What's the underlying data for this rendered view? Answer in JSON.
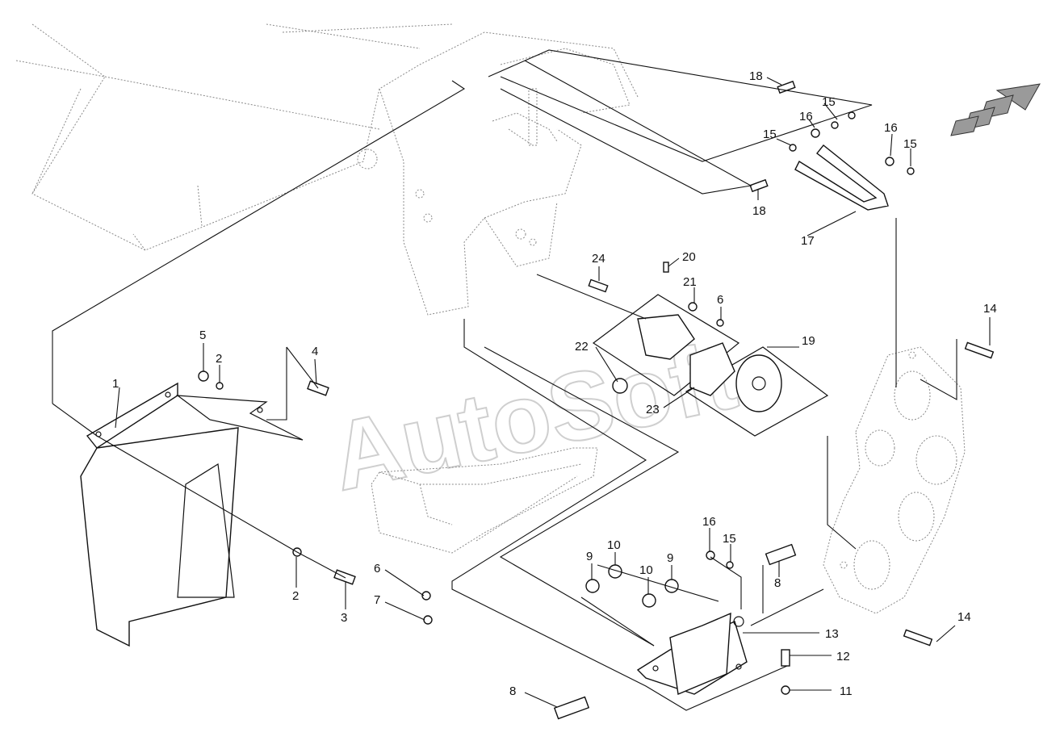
{
  "diagram": {
    "watermark": "AutoSoft",
    "callouts": [
      {
        "id": "c1",
        "text": "1"
      },
      {
        "id": "c2a",
        "text": "2"
      },
      {
        "id": "c2b",
        "text": "2"
      },
      {
        "id": "c3",
        "text": "3"
      },
      {
        "id": "c4",
        "text": "4"
      },
      {
        "id": "c5",
        "text": "5"
      },
      {
        "id": "c6a",
        "text": "6"
      },
      {
        "id": "c6b",
        "text": "6"
      },
      {
        "id": "c7",
        "text": "7"
      },
      {
        "id": "c8a",
        "text": "8"
      },
      {
        "id": "c8b",
        "text": "8"
      },
      {
        "id": "c9a",
        "text": "9"
      },
      {
        "id": "c9b",
        "text": "9"
      },
      {
        "id": "c10a",
        "text": "10"
      },
      {
        "id": "c10b",
        "text": "10"
      },
      {
        "id": "c11",
        "text": "11"
      },
      {
        "id": "c12",
        "text": "12"
      },
      {
        "id": "c13",
        "text": "13"
      },
      {
        "id": "c14a",
        "text": "14"
      },
      {
        "id": "c14b",
        "text": "14"
      },
      {
        "id": "c15a",
        "text": "15"
      },
      {
        "id": "c15b",
        "text": "15"
      },
      {
        "id": "c15c",
        "text": "15"
      },
      {
        "id": "c15d",
        "text": "15"
      },
      {
        "id": "c16a",
        "text": "16"
      },
      {
        "id": "c16b",
        "text": "16"
      },
      {
        "id": "c16c",
        "text": "16"
      },
      {
        "id": "c17",
        "text": "17"
      },
      {
        "id": "c18a",
        "text": "18"
      },
      {
        "id": "c18b",
        "text": "18"
      },
      {
        "id": "c19",
        "text": "19"
      },
      {
        "id": "c20",
        "text": "20"
      },
      {
        "id": "c21",
        "text": "21"
      },
      {
        "id": "c22",
        "text": "22"
      },
      {
        "id": "c23",
        "text": "23"
      },
      {
        "id": "c24",
        "text": "24"
      }
    ]
  }
}
